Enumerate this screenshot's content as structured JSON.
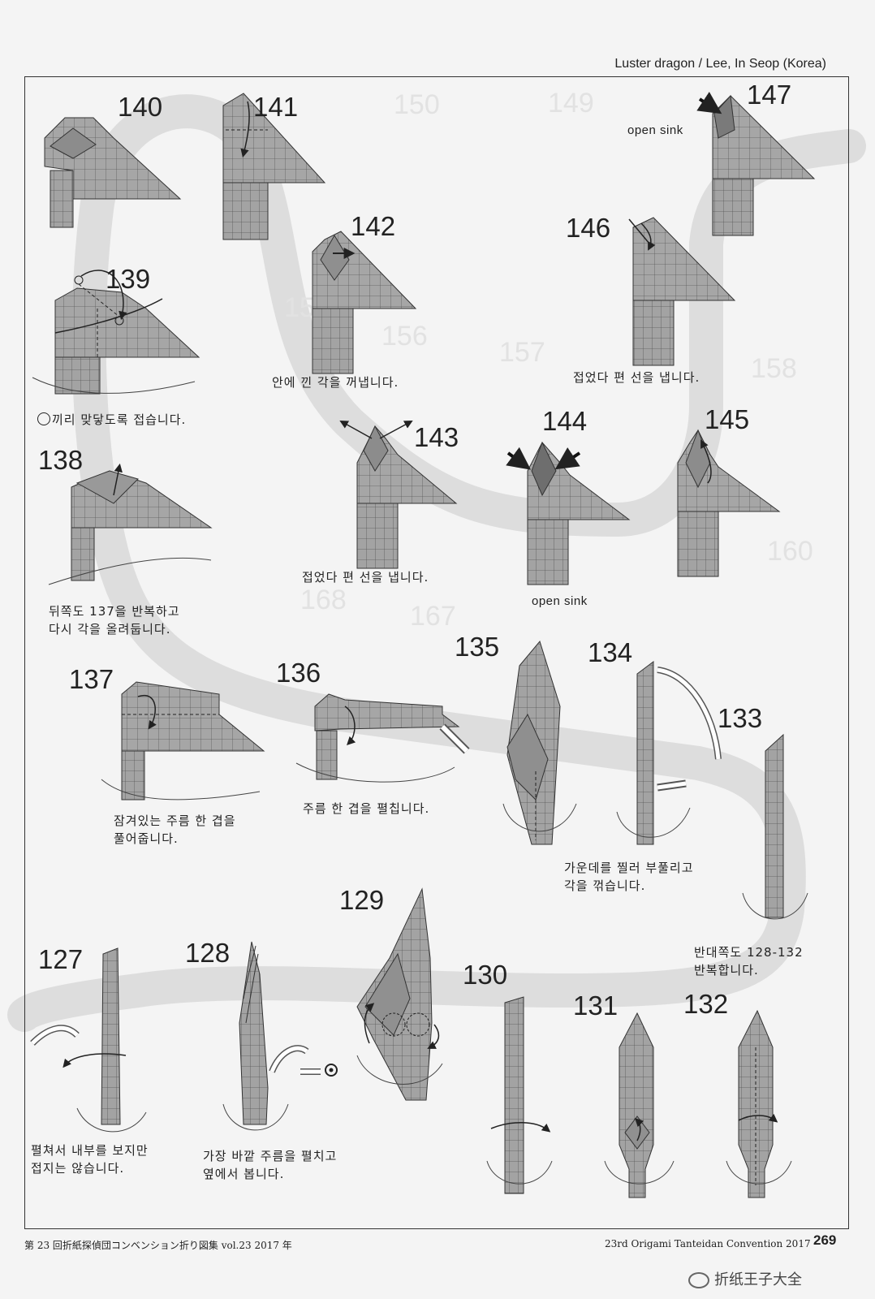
{
  "header": {
    "title": "Luster dragon / Lee, In Seop (Korea)"
  },
  "footer": {
    "left": "第 23 回折紙探偵団コンベンション折り図集 vol.23 2017 年",
    "right": "23rd Origami Tanteidan Convention 2017",
    "page_number": "269",
    "watermark": "折纸王子大全"
  },
  "steps": [
    {
      "number": "127",
      "caption": "펼쳐서 내부를 보지만\n접지는 않습니다."
    },
    {
      "number": "128",
      "caption": "가장 바깥 주름을 펼치고\n옆에서 봅니다."
    },
    {
      "number": "129",
      "caption": ""
    },
    {
      "number": "130",
      "caption": ""
    },
    {
      "number": "131",
      "caption": ""
    },
    {
      "number": "132",
      "caption": ""
    },
    {
      "number": "133",
      "caption": "반대쪽도 128-132\n반복합니다."
    },
    {
      "number": "134",
      "caption": "가운데를 찔러 부풀리고\n각을 꺾습니다."
    },
    {
      "number": "135",
      "caption": ""
    },
    {
      "number": "136",
      "caption": "주름 한 겹을 펼칩니다."
    },
    {
      "number": "137",
      "caption": "잠겨있는 주름 한 겹을\n풀어줍니다."
    },
    {
      "number": "138",
      "caption": "뒤쪽도 137을 반복하고\n다시 각을 올려둡니다."
    },
    {
      "number": "139",
      "caption": "끼리 맞닿도록 접습니다."
    },
    {
      "number": "140",
      "caption": ""
    },
    {
      "number": "141",
      "caption": ""
    },
    {
      "number": "142",
      "caption": "안에 낀 각을 꺼냅니다."
    },
    {
      "number": "143",
      "caption": "접었다 편 선을 냅니다."
    },
    {
      "number": "144",
      "caption": "open sink"
    },
    {
      "number": "145",
      "caption": ""
    },
    {
      "number": "146",
      "caption": "접었다 편 선을 냅니다."
    },
    {
      "number": "147",
      "caption": "open sink"
    }
  ],
  "colors": {
    "paper": "#a3a3a3",
    "paper_dark": "#8c8c8c",
    "line": "#3a3a3a",
    "path": "#dcdcdc",
    "background": "#f4f4f4"
  }
}
